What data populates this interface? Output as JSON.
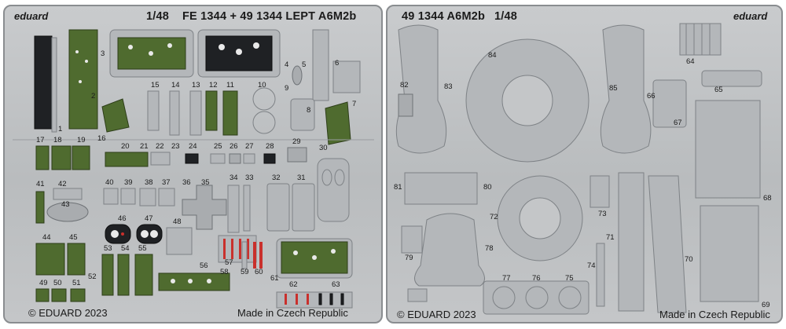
{
  "left_fret": {
    "brand": "eduard",
    "scale": "1/48",
    "title": "FE 1344 + 49 1344 LEPT A6M2b",
    "copyright": "© EDUARD 2023",
    "origin": "Made in Czech Republic",
    "part_numbers": [
      "1",
      "2",
      "3",
      "4",
      "5",
      "6",
      "7",
      "8",
      "9",
      "10",
      "11",
      "12",
      "13",
      "14",
      "15",
      "16",
      "17",
      "18",
      "19",
      "20",
      "21",
      "22",
      "23",
      "24",
      "25",
      "26",
      "27",
      "28",
      "29",
      "30",
      "31",
      "32",
      "33",
      "34",
      "35",
      "36",
      "37",
      "38",
      "39",
      "40",
      "41",
      "42",
      "43",
      "44",
      "45",
      "46",
      "47",
      "48",
      "49",
      "50",
      "51",
      "52",
      "53",
      "54",
      "55",
      "56",
      "57",
      "58",
      "59",
      "60",
      "61",
      "62",
      "63"
    ]
  },
  "right_fret": {
    "title": "49 1344  A6M2b",
    "scale": "1/48",
    "brand": "eduard",
    "copyright": "© EDUARD 2023",
    "origin": "Made in Czech Republic",
    "part_numbers": [
      "64",
      "65",
      "66",
      "67",
      "68",
      "69",
      "70",
      "71",
      "72",
      "73",
      "74",
      "75",
      "76",
      "77",
      "78",
      "79",
      "80",
      "81",
      "82",
      "83",
      "84",
      "85"
    ]
  }
}
